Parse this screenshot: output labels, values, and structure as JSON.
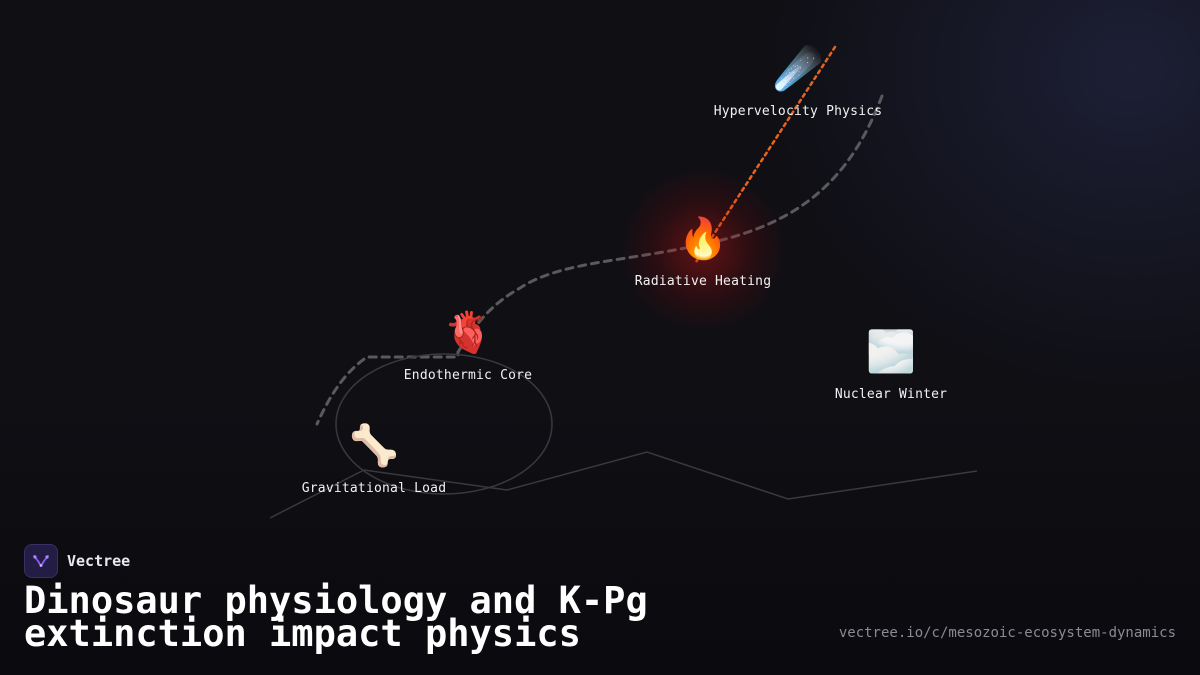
{
  "diagram": {
    "nodes": [
      {
        "id": "hypervelocity",
        "emoji": "☄️",
        "icon": "comet-icon",
        "label": "Hypervelocity Physics"
      },
      {
        "id": "radiative",
        "emoji": "🔥",
        "icon": "fire-icon",
        "label": "Radiative Heating"
      },
      {
        "id": "endothermic",
        "emoji": "🫀",
        "icon": "heart-icon",
        "label": "Endothermic Core"
      },
      {
        "id": "gravitational",
        "emoji": "🦴",
        "icon": "bone-icon",
        "label": "Gravitational Load"
      },
      {
        "id": "winter",
        "emoji": "🌫️",
        "icon": "fog-icon",
        "label": "Nuclear Winter"
      }
    ],
    "colors": {
      "dashed_path": "#5a5a5e",
      "impact_trail": "#e8641e",
      "outline": "#3a3a3e",
      "glow": "#c81414"
    }
  },
  "brand": {
    "name": "Vectree",
    "logo": "vectree-logo-icon",
    "logo_color": "#8b5cf6"
  },
  "title": "Dinosaur physiology and K-Pg extinction impact physics",
  "url": "vectree.io/c/mesozoic-ecosystem-dynamics"
}
